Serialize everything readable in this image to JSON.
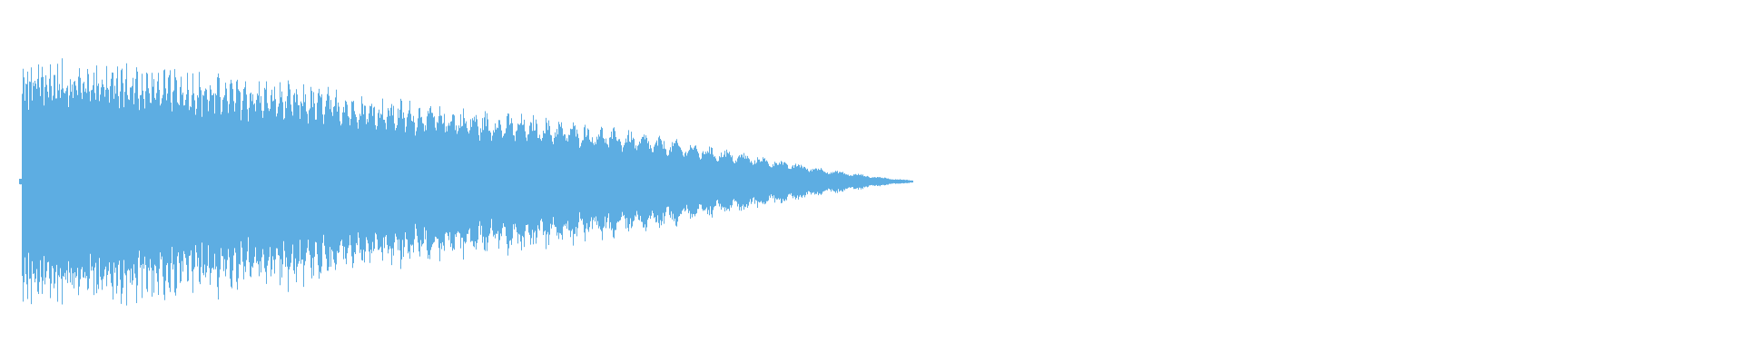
{
  "chart_data": {
    "type": "waveform",
    "title": "",
    "xlabel": "",
    "ylabel": "",
    "axes_visible": false,
    "grid": false,
    "legend": "none",
    "color": "#5dade2",
    "ylim": [
      -1,
      1
    ],
    "amplitude_envelope": [
      0.97,
      1.0,
      0.98,
      1.0,
      0.97,
      0.95,
      0.93,
      0.9,
      0.88,
      0.85,
      0.82,
      0.8,
      0.77,
      0.74,
      0.7,
      0.67,
      0.64,
      0.61,
      0.58,
      0.56,
      0.54,
      0.51,
      0.48,
      0.45,
      0.41,
      0.37,
      0.33,
      0.29,
      0.25,
      0.21,
      0.17,
      0.13,
      0.09,
      0.06,
      0.03,
      0.01
    ]
  }
}
